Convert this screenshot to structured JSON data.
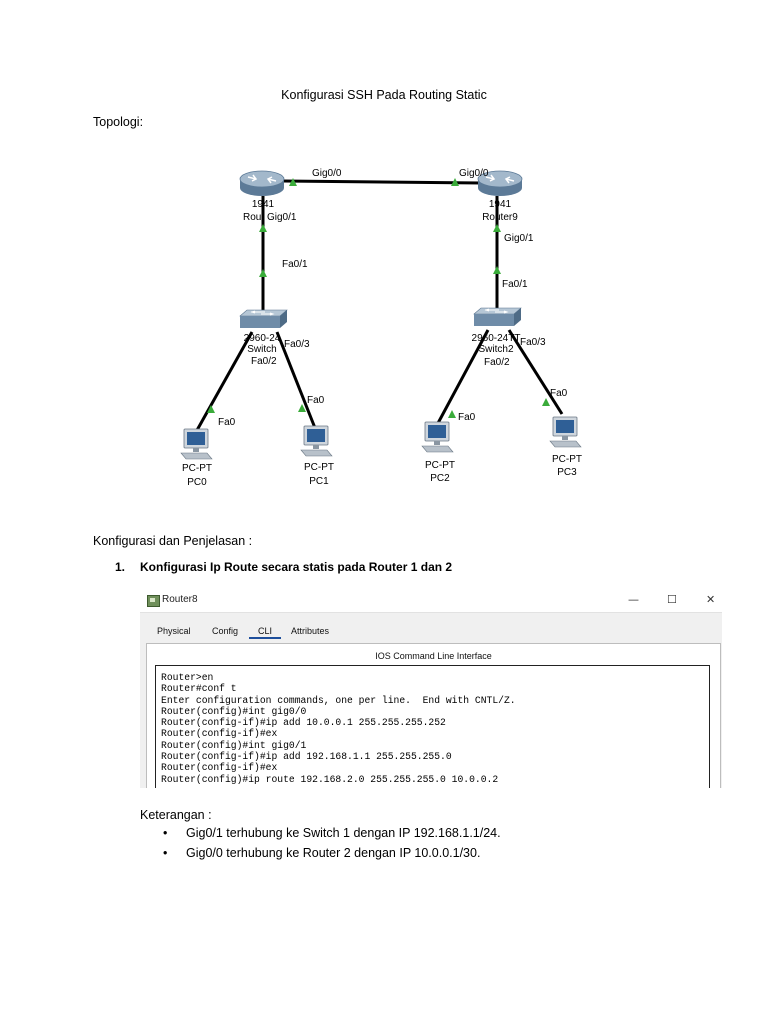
{
  "document": {
    "title": "Konfigurasi SSH Pada Routing Static",
    "topology_heading": "Topologi:",
    "section_heading": "Konfigurasi dan Penjelasan :",
    "step": {
      "number": "1.",
      "title": "Konfigurasi Ip Route secara statis pada Router 1 dan 2"
    },
    "notes_heading": "Keterangan :",
    "bullet": "•",
    "notes": [
      "Gig0/1 terhubung ke Switch 1 dengan IP 192.168.1.1/24.",
      "Gig0/0 terhubung ke Router 2 dengan IP 10.0.0.1/30."
    ]
  },
  "topology": {
    "router_left": {
      "model": "1941",
      "name": "Rou"
    },
    "router_right": {
      "model": "1941",
      "name": "Router9"
    },
    "switch_left": {
      "model": "2960-24",
      "name": "Switch"
    },
    "switch_right": {
      "model": "2960-24TT",
      "name": "Switch2"
    },
    "pcs": [
      {
        "model": "PC-PT",
        "name": "PC0"
      },
      {
        "model": "PC-PT",
        "name": "PC1"
      },
      {
        "model": "PC-PT",
        "name": "PC2"
      },
      {
        "model": "PC-PT",
        "name": "PC3"
      }
    ],
    "ports": {
      "router_left_gig0_0": "Gig0/0",
      "router_right_gig0_0": "Gig0/0",
      "router_left_gig0_1": "Gig0/1",
      "router_right_gig0_1": "Gig0/1",
      "switch_left_fa0_1": "Fa0/1",
      "switch_right_fa0_1": "Fa0/1",
      "switch_left_fa0_2": "Fa0/2",
      "switch_left_fa0_3": "Fa0/3",
      "switch_right_fa0_2": "Fa0/2",
      "switch_right_fa0_3": "Fa0/3",
      "pc0_fa0": "Fa0",
      "pc1_fa0": "Fa0",
      "pc2_fa0": "Fa0",
      "pc3_fa0": "Fa0"
    }
  },
  "screenshot": {
    "window_title": "Router8",
    "controls": {
      "minimize": "—",
      "maximize": "☐",
      "close": "✕"
    },
    "tabs": [
      "Physical",
      "Config",
      "CLI",
      "Attributes"
    ],
    "active_tab": "CLI",
    "cli_heading": "IOS Command Line Interface",
    "cli_lines": [
      "Router>en",
      "Router#conf t",
      "Enter configuration commands, one per line.  End with CNTL/Z.",
      "Router(config)#int gig0/0",
      "Router(config-if)#ip add 10.0.0.1 255.255.255.252",
      "Router(config-if)#ex",
      "Router(config)#int gig0/1",
      "Router(config-if)#ip add 192.168.1.1 255.255.255.0",
      "Router(config-if)#ex",
      "Router(config)#ip route 192.168.2.0 255.255.255.0 10.0.0.2"
    ]
  },
  "colors": {
    "link_status": "#3aab3a",
    "active_tab_underline": "#1e4f9c",
    "device_body": "#5c7a97"
  }
}
